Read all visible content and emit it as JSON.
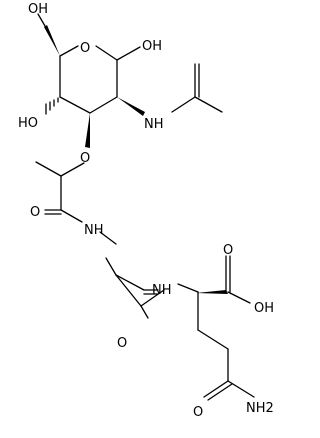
{
  "molecule": {
    "labels": {
      "ring_oxygen": "O",
      "anomeric_oh": "OH",
      "ch2_oh": "OH",
      "c4_oh": "HO",
      "acetamido_nh": "NH",
      "ether_oxygen": "O",
      "amide1_oxygen": "O",
      "amide1_nh": "NH",
      "amide2_nh": "NH",
      "amide2_oxygen": "O",
      "acid_oxygen": "O",
      "acid_oh": "OH",
      "terminal_oxygen": "O",
      "terminal_nh2": "NH2"
    },
    "colors": {
      "bond": "#000000",
      "text": "#000000",
      "background": "#ffffff"
    }
  }
}
